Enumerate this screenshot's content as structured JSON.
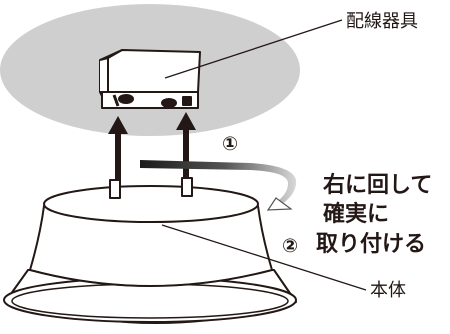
{
  "labels": {
    "wiring_fixture": "配線器具",
    "main_body": "本体"
  },
  "steps": {
    "step1": "①",
    "step2": "②"
  },
  "instruction": {
    "line1": "右に回して",
    "line2": "確実に",
    "line3": "取り付ける"
  },
  "colors": {
    "ceiling": "#cfcfcf",
    "line": "#231815",
    "rotation_arrow": "#1a1a1a"
  }
}
